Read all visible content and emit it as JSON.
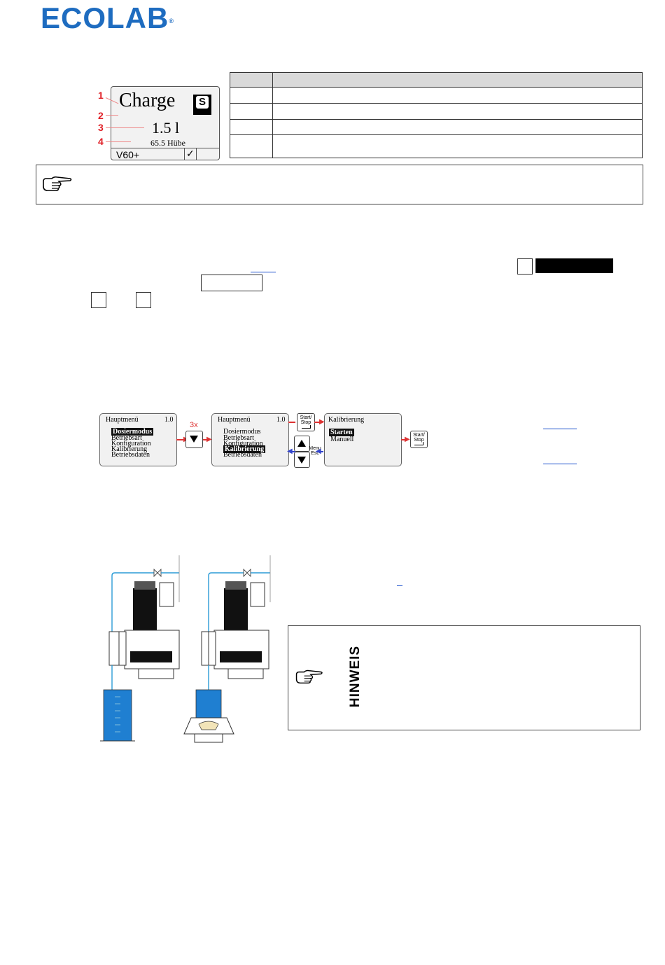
{
  "header": {
    "logo_text": "ECOLAB",
    "logo_mark": "®"
  },
  "display": {
    "mode": "Charge",
    "status_letter": "S",
    "volume": "1.5 l",
    "strokes": "65.5 Hübe",
    "model": "V60+",
    "check": "✓"
  },
  "callouts": [
    "1",
    "2",
    "3",
    "4"
  ],
  "flow": {
    "main_menu": {
      "title": "Hauptmenü",
      "version": "1.0",
      "items": [
        "Dosiermodus",
        "Betriebsart",
        "Konfiguration",
        "Kalibrierung",
        "Betriebsdaten"
      ]
    },
    "repeat_label": "3x",
    "start_stop_key": [
      "Start/",
      "Stop"
    ],
    "menu_esc_key": [
      "Menu",
      "Esc"
    ],
    "calibration": {
      "title": "Kalibrierung",
      "items": [
        "Starten",
        "Manuell"
      ]
    }
  },
  "hinweis": {
    "label": "HINWEIS"
  },
  "colors": {
    "logo": "#1e6cc0",
    "callout": "#e01f26",
    "link": "#1a4fcc",
    "water": "#1f7fd1"
  },
  "icons": [
    "pointing-hand-icon",
    "down-arrow-key-icon",
    "up-arrow-key-icon",
    "enter-key-icon",
    "valve-icon",
    "graduated-cylinder-icon",
    "scale-icon",
    "dosing-pump-icon"
  ]
}
